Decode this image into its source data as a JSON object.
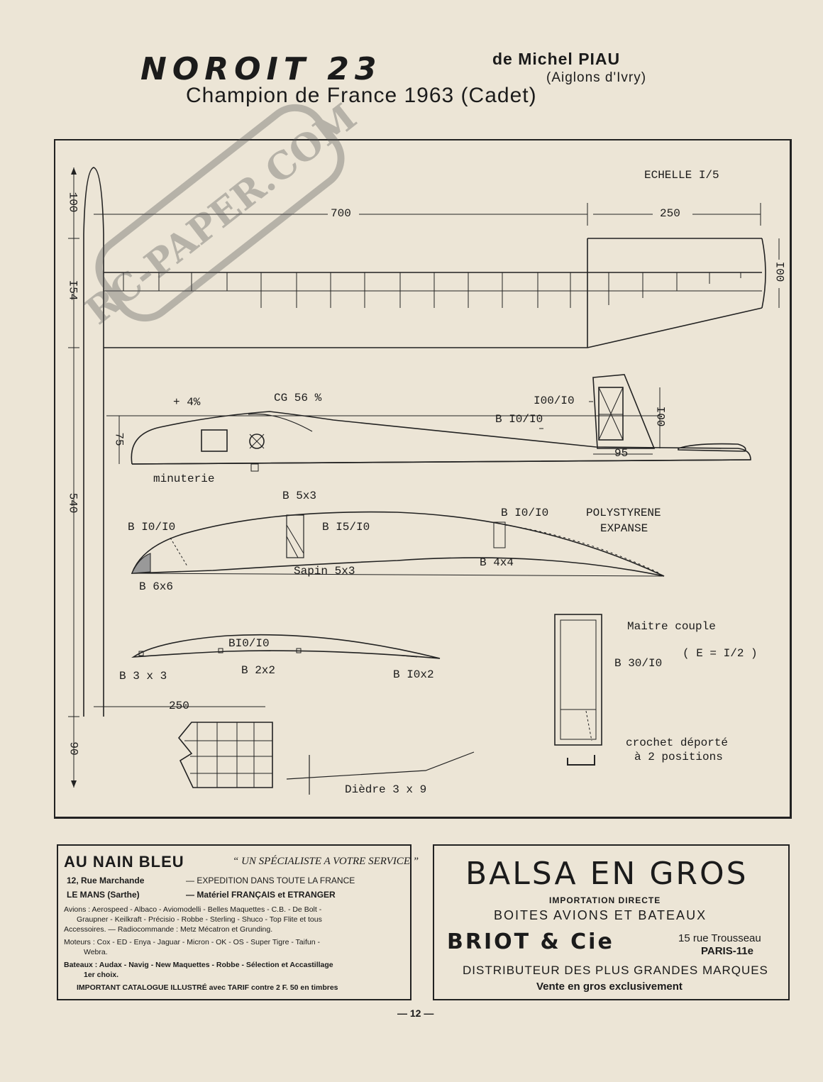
{
  "header": {
    "title": "NOROIT 23",
    "author": "de Michel PIAU",
    "club": "(Aiglons d'Ivry)",
    "subtitle": "Champion de France 1963 (Cadet)"
  },
  "plan": {
    "scale": "ECHELLE I/5",
    "dimensions": {
      "d700": "700",
      "d250_top": "250",
      "d100_left": "100",
      "d154": "I54",
      "d540": "540",
      "d90": "90",
      "d100_tip": "I00",
      "d75": "75",
      "d95": "95",
      "d100_fin": "I00",
      "d250_stab": "250"
    },
    "fuselage": {
      "dihedral_pct": "+ 4%",
      "cg": "CG 56 %",
      "fin_label": "I00/I0",
      "boom_label": "B I0/I0",
      "timer_label": "minuterie"
    },
    "wing_section": {
      "le_spar": "B I0/I0",
      "top_spar": "B 5x3",
      "mid_label": "B I5/I0",
      "rear_spar": "B I0/I0",
      "foam_1": "POLYSTYRENE",
      "foam_2": "EXPANSE",
      "le_block": "B 6x6",
      "main_spar": "Sapin 5x3",
      "te_spar": "B 4x4"
    },
    "stab_section": {
      "rib": "BI0/I0",
      "le": "B 3 x 3",
      "spar": "B 2x2",
      "te": "B I0x2"
    },
    "master_frame": {
      "title": "Maitre couple",
      "material": "B 30/I0",
      "scale": "( E = I/2 )",
      "hook_1": "crochet déporté",
      "hook_2": "à 2 positions"
    },
    "dihedral": "Dièdre 3 x 9"
  },
  "ads": {
    "nain_bleu": {
      "name": "AU NAIN BLEU",
      "slogan": "“ UN SPÉCIALISTE A VOTRE SERVICE ”",
      "address_1": "12, Rue Marchande",
      "shipping": "—    EXPEDITION DANS TOUTE LA FRANCE",
      "address_2": "LE MANS (Sarthe)",
      "materials": "—    Matériel FRANÇAIS et ETRANGER",
      "avions_1": "Avions : Aerospeed - Albaco - Aviomodelli - Belles Maquettes - C.B. - De Bolt -",
      "avions_2": "Graupner - Keilkraft - Précisio - Robbe - Sterling - Shuco - Top Flite et tous",
      "avions_3": "Accessoires. — Radiocommande : Metz Mécatron et Grunding.",
      "moteurs_1": "Moteurs : Cox - ED - Enya - Jaguar - Micron - OK - OS - Super Tigre - Taifun -",
      "moteurs_2": "Webra.",
      "bateaux_1": "Bateaux : Audax - Navig - New Maquettes - Robbe - Sélection et Accastillage",
      "bateaux_2": "1er choix.",
      "catalogue": "IMPORTANT CATALOGUE ILLUSTRÉ avec TARIF contre 2 F. 50 en timbres"
    },
    "briot": {
      "headline": "BALSA EN GROS",
      "import": "IMPORTATION DIRECTE",
      "boxes": "BOITES AVIONS ET BATEAUX",
      "company": "BRIOT & Cie",
      "street": "15 rue Trousseau",
      "city": "PARIS-11e",
      "distributor": "DISTRIBUTEUR DES PLUS GRANDES MARQUES",
      "wholesale": "Vente en gros exclusivement"
    }
  },
  "watermark": "RC-PAPER.COM",
  "page_number": "— 12 —"
}
